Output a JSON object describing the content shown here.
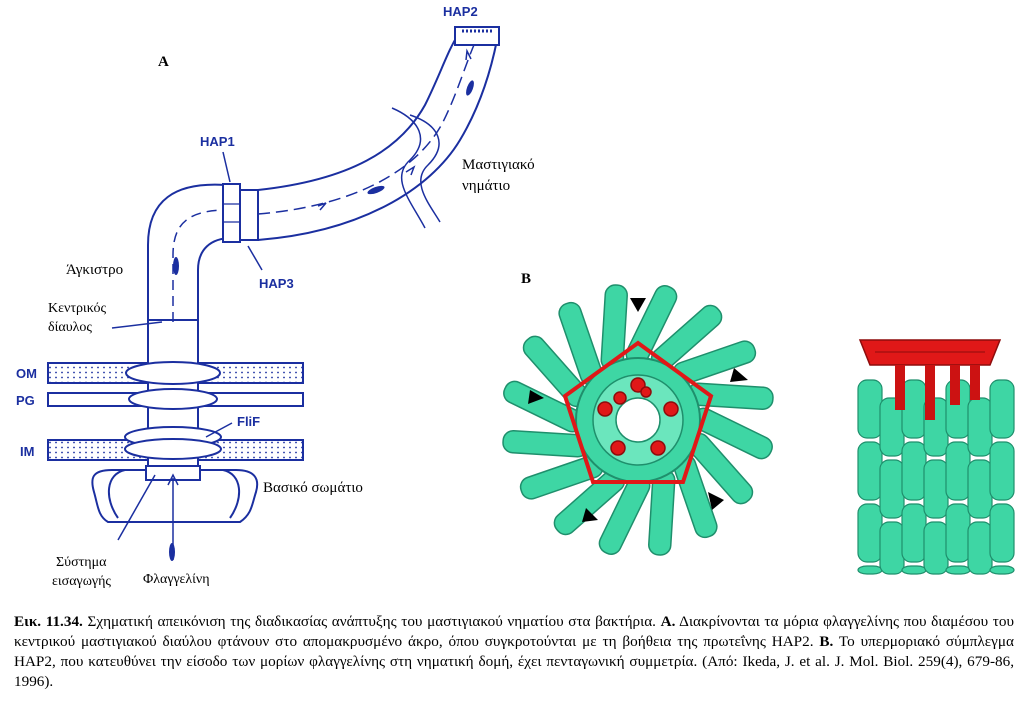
{
  "panel_a": {
    "letter": "A",
    "labels": {
      "hap1": "HAP1",
      "hap2": "HAP2",
      "hap3": "HAP3",
      "flagellar_filament_1": "Μαστιγιακό",
      "flagellar_filament_2": "νημάτιο",
      "hook": "Άγκιστρο",
      "central_channel_1": "Κεντρικός",
      "central_channel_2": "δίαυλος",
      "om": "OM",
      "pg": "PG",
      "im": "IM",
      "flif": "FliF",
      "basal_body": "Βασικό σωμάτιο",
      "export_system_1": "Σύστημα",
      "export_system_2": "εισαγωγής",
      "flagellin": "Φλαγγελίνη"
    }
  },
  "panel_b": {
    "letter": "B"
  },
  "caption": {
    "figure_number": "Εικ. 11.34.",
    "text_1": " Σχηματική απεικόνιση της διαδικασίας ανάπτυξης του μαστιγιακού νηματίου στα βακτήρια. ",
    "a_marker": "Α.",
    "text_2": " Διακρίνονται τα μόρια φλαγγελίνης που διαμέσου του κεντρικού μαστιγιακού διαύλου φτάνουν στο απομακρυσμένο άκρο, όπου συγκροτούνται με τη βοήθεια της πρωτεΐνης HAP2. ",
    "b_marker": "Β.",
    "text_3": " Το υπερμοριακό σύμπλεγμα HAP2, που κατευθύνει την είσοδο των μορίων φλαγγελίνης στη νηματική δομή, έχει πενταγωνική συμμετρία. (Από: Ikeda, J. et al. J. Mol. Biol. 259(4), 679-86, 1996)."
  },
  "colors": {
    "line_blue": "#1b2fa0",
    "green": "#3ed6a4",
    "green_dark": "#1f8f6c",
    "red": "#e01818",
    "red_dark": "#8e0c0c"
  }
}
